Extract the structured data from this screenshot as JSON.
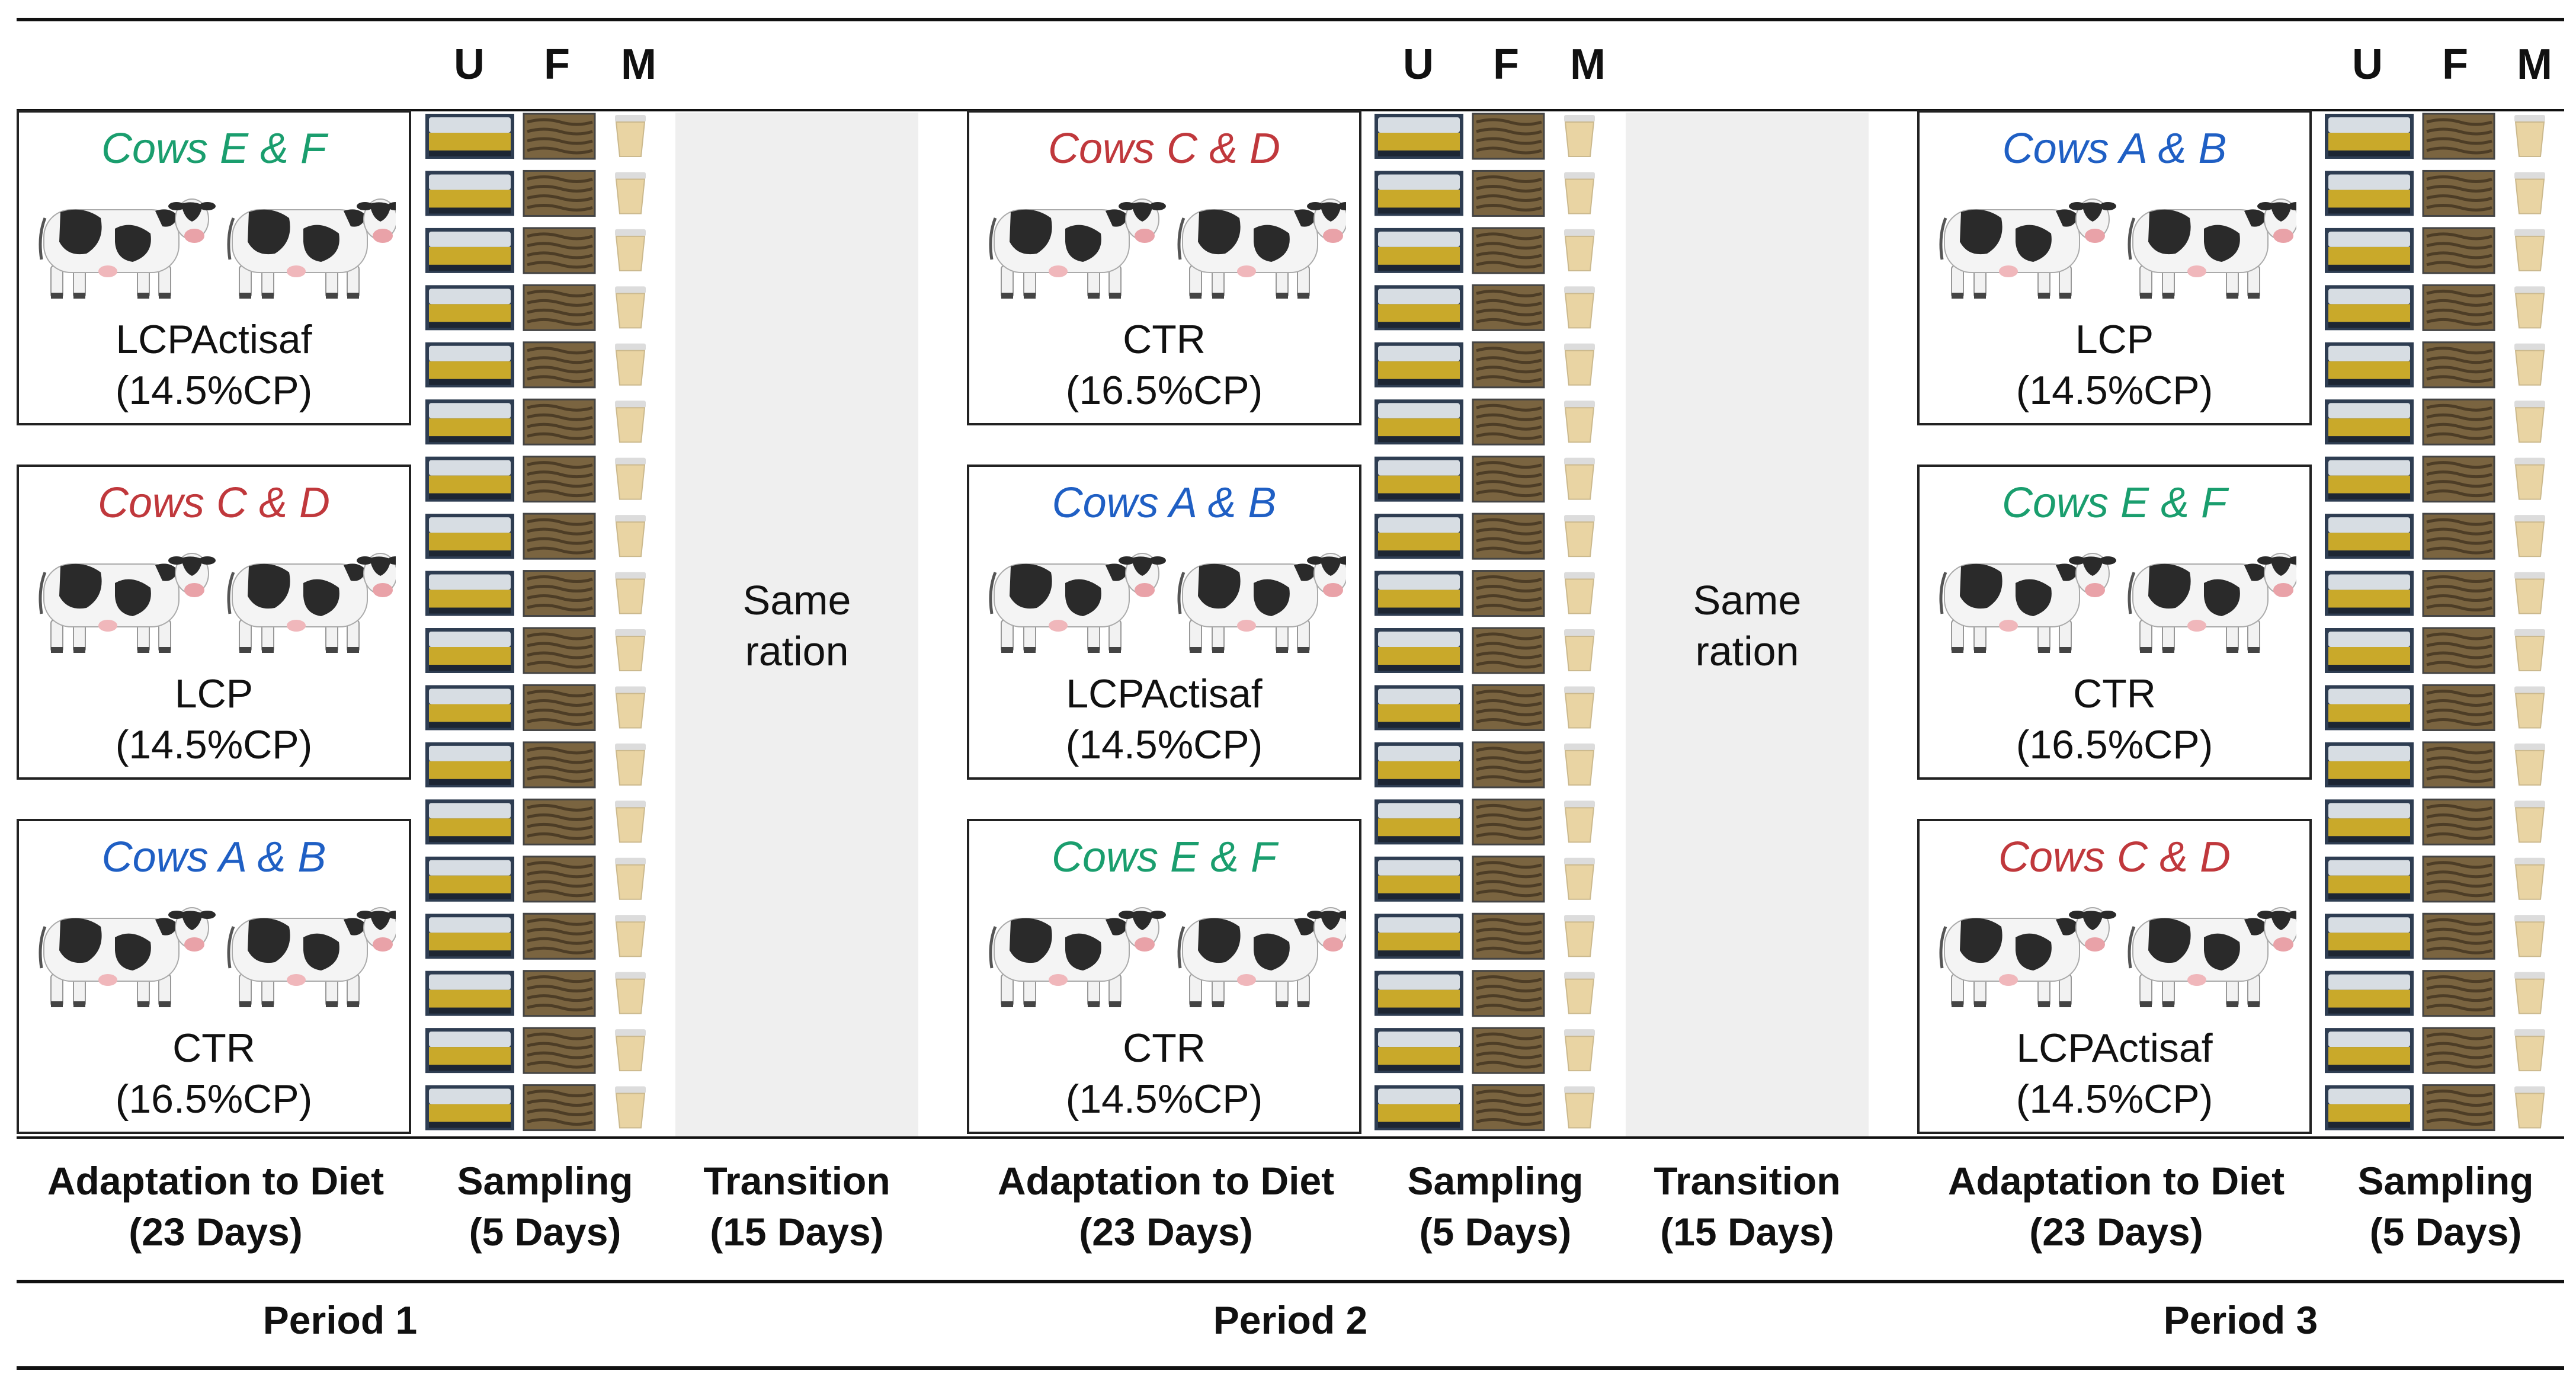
{
  "sample_headers": [
    "U",
    "F",
    "M"
  ],
  "periods": [
    {
      "name": "Period 1",
      "rows": [
        {
          "cows": "Cows E & F",
          "cows_color": "#1a9e6e",
          "diet": "LCPActisaf",
          "cp": "(14.5%CP)"
        },
        {
          "cows": "Cows C & D",
          "cows_color": "#c0383c",
          "diet": "LCP",
          "cp": "(14.5%CP)"
        },
        {
          "cows": "Cows A & B",
          "cows_color": "#1f5fc4",
          "diet": "CTR",
          "cp": "(16.5%CP)"
        }
      ]
    },
    {
      "name": "Period 2",
      "rows": [
        {
          "cows": "Cows C & D",
          "cows_color": "#c0383c",
          "diet": "CTR",
          "cp": "(16.5%CP)"
        },
        {
          "cows": "Cows A & B",
          "cows_color": "#1f5fc4",
          "diet": "LCPActisaf",
          "cp": "(14.5%CP)"
        },
        {
          "cows": "Cows E & F",
          "cows_color": "#1a9e6e",
          "diet": "CTR",
          "cp": "(14.5%CP)"
        }
      ]
    },
    {
      "name": "Period 3",
      "rows": [
        {
          "cows": "Cows A & B",
          "cows_color": "#1f5fc4",
          "diet": "LCP",
          "cp": "(14.5%CP)"
        },
        {
          "cows": "Cows E & F",
          "cows_color": "#1a9e6e",
          "diet": "CTR",
          "cp": "(16.5%CP)"
        },
        {
          "cows": "Cows C & D",
          "cows_color": "#c0383c",
          "diet": "LCPActisaf",
          "cp": "(14.5%CP)"
        }
      ]
    }
  ],
  "transition_text": {
    "line1": "Same",
    "line2": "ration"
  },
  "phase_labels": {
    "adaptation": {
      "line1": "Adaptation to Diet",
      "line2": "(23 Days)"
    },
    "sampling": {
      "line1": "Sampling",
      "line2": "(5 Days)"
    },
    "transition": {
      "line1": "Transition",
      "line2": "(15 Days)"
    }
  },
  "icons": {
    "cow": "cow-icon",
    "urine": "urine-sample-icon",
    "feces": "feces-sample-icon",
    "milk": "milk-sample-icon"
  },
  "colors": {
    "urine": "#c9a92a",
    "feces": "#7a6440",
    "milk": "#e9d4a3"
  }
}
